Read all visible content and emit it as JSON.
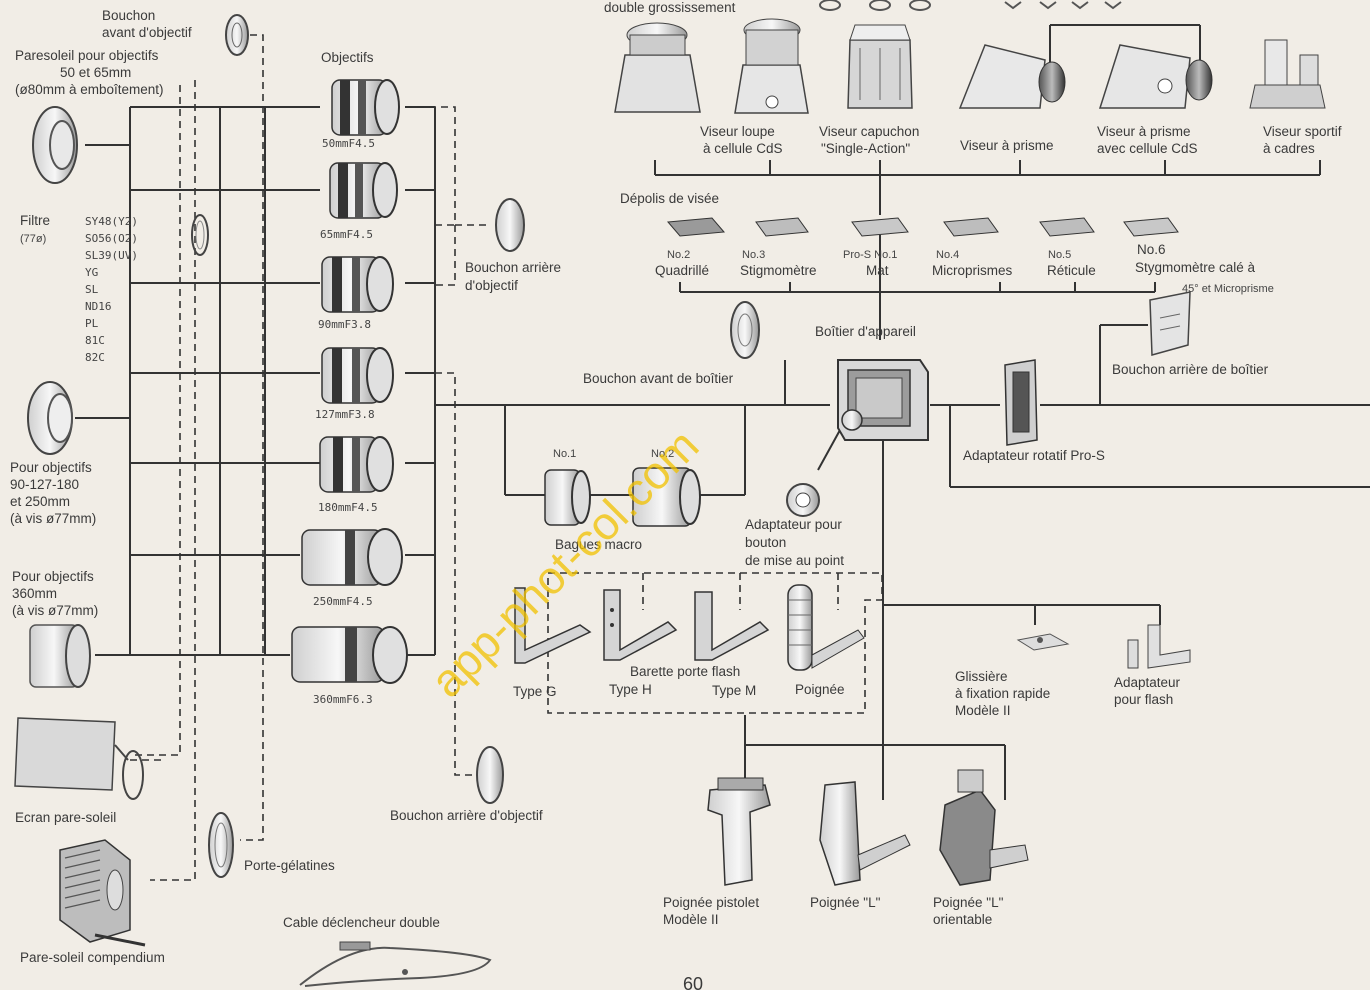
{
  "watermark": "app-phot-col.com",
  "page_number": "60",
  "top": {
    "loupe_double": "double grossissement",
    "bouchon_avant_obj_1": "Bouchon",
    "bouchon_avant_obj_2": "avant d'objectif",
    "objectifs_title": "Objectifs"
  },
  "lens_shade": {
    "line1": "Paresoleil pour objectifs",
    "line2": "50 et 65mm",
    "line3": "(ø80mm à emboîtement)"
  },
  "filtre": {
    "label": "Filtre",
    "size": "(77ø)",
    "types": [
      "SY48(Y2)",
      "SO56(O2)",
      "SL39(UV)",
      "YG",
      "SL",
      "ND16",
      "PL",
      "81C",
      "82C"
    ]
  },
  "lenses": [
    "50mmF4.5",
    "65mmF4.5",
    "90mmF3.8",
    "127mmF3.8",
    "180mmF4.5",
    "250mmF4.5",
    "360mmF6.3"
  ],
  "bouchon_arriere_obj_1": "Bouchon arrière",
  "bouchon_arriere_obj_2": "d'objectif",
  "bouchon_arriere_obj_bottom": "Bouchon arrière d'objectif",
  "shade_90": {
    "line1": "Pour objectifs",
    "line2": "90-127-180",
    "line3": "et 250mm",
    "line4": "(à vis ø77mm)"
  },
  "shade_360": {
    "line1": "Pour objectifs",
    "line2": "360mm",
    "line3": "(à vis ø77mm)"
  },
  "ecran_pare_soleil": "Ecran pare-soleil",
  "porte_gelatines": "Porte-gélatines",
  "pare_soleil_compendium": "Pare-soleil compendium",
  "cable_declencheur": "Cable déclencheur double",
  "viewfinders": {
    "loupe_cds_1": "Viseur loupe",
    "loupe_cds_2": "à cellule CdS",
    "capuchon_1": "Viseur capuchon",
    "capuchon_2": "\"Single-Action\"",
    "prisme": "Viseur à prisme",
    "prisme_cds_1": "Viseur à prisme",
    "prisme_cds_2": "avec cellule CdS",
    "sportif_1": "Viseur sportif",
    "sportif_2": "à cadres"
  },
  "depolis": {
    "title": "Dépolis de visée",
    "screens": [
      {
        "no": "No.2",
        "name": "Quadrillé"
      },
      {
        "no": "No.3",
        "name": "Stigmomètre"
      },
      {
        "no": "Pro-S No.1",
        "name": "Mat"
      },
      {
        "no": "No.4",
        "name": "Microprismes"
      },
      {
        "no": "No.5",
        "name": "Réticule"
      }
    ],
    "no6": "No.6",
    "no6_name_1": "Stygmomètre calé à",
    "no6_name_2": "45° et Microprisme"
  },
  "boitier": "Boîtier d'appareil",
  "bouchon_avant_boitier": "Bouchon avant de boîtier",
  "bouchon_arriere_boitier": "Bouchon arrière de boîtier",
  "adaptateur_rotatif": "Adaptateur rotatif Pro-S",
  "bagues_macro": {
    "label": "Bagues macro",
    "no1": "No.1",
    "no2": "No.2"
  },
  "adaptateur_bouton": {
    "line1": "Adaptateur pour",
    "line2": "bouton",
    "line3": "de mise au point"
  },
  "barette": {
    "title": "Barette porte flash",
    "types": [
      "Type G",
      "Type H",
      "Type M",
      "Poignée"
    ]
  },
  "glissiere": {
    "line1": "Glissière",
    "line2": "à fixation rapide",
    "line3": "Modèle II"
  },
  "adaptateur_flash": {
    "line1": "Adaptateur",
    "line2": "pour flash"
  },
  "grips": {
    "pistolet_1": "Poignée pistolet",
    "pistolet_2": "Modèle II",
    "l": "Poignée \"L\"",
    "l_orient_1": "Poignée \"L\"",
    "l_orient_2": "orientable"
  }
}
